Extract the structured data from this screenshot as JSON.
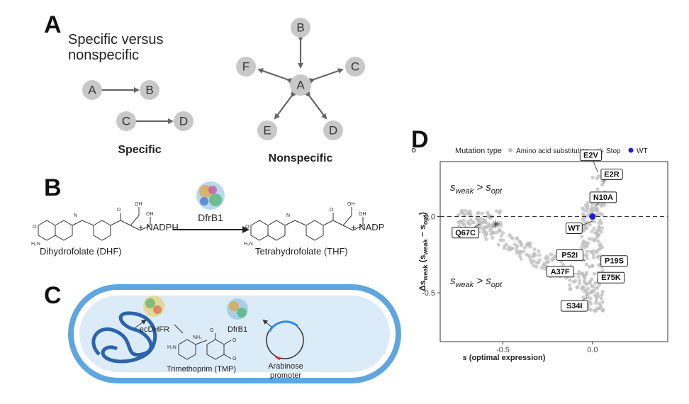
{
  "panelA": {
    "letter": "A",
    "title_line1": "Specific versus",
    "title_line2": "nonspecific",
    "specific_label": "Specific",
    "nonspecific_label": "Nonspecific",
    "specific_nodes": [
      "A",
      "B",
      "C",
      "D"
    ],
    "nonspecific_center": "A",
    "nonspecific_outer": [
      "B",
      "C",
      "D",
      "E",
      "F"
    ]
  },
  "panelB": {
    "letter": "B",
    "substrate": "Dihydrofolate (DHF)",
    "cofactor_in": "+ NADPH",
    "enzyme": "DfrB1",
    "product": "Tetrahydrofolate (THF)",
    "cofactor_out": "+ NADP"
  },
  "panelC": {
    "letter": "C",
    "ecdhfr": "ecDHFR",
    "dfrb1": "DfrB1",
    "tmp": "Trimethoprim (TMP)",
    "promoter_line1": "Arabinose",
    "promoter_line2": "promoter"
  },
  "panelD": {
    "letter": "D",
    "small_letter": "D",
    "legend_title": "Mutation type",
    "legend_items": [
      {
        "label": "Amino acid substitution",
        "color": "#bdbdbd",
        "symbol": "dot"
      },
      {
        "label": "Stop",
        "color": "#222222",
        "symbol": "asterisk"
      },
      {
        "label": "WT",
        "color": "#1f1fd6",
        "symbol": "dot"
      }
    ],
    "annotation_top": "s_weak > s_opt",
    "annotation_bottom": "s_weak > s_opt",
    "ylabel": "Δs_weak (s_weak − s_opt)",
    "xlabel": "s (optimal expression)"
  },
  "chart_data": {
    "type": "scatter",
    "xlabel": "s (optimal expression)",
    "ylabel": "Δs_weak (s_weak − s_opt)",
    "xlim": [
      -0.85,
      0.42
    ],
    "ylim": [
      -0.82,
      0.36
    ],
    "xticks": [
      -0.5,
      0.0
    ],
    "xtick_labels": [
      "-0.5",
      "0.0"
    ],
    "yticks": [
      0.0,
      -0.5
    ],
    "ytick_labels": [
      "0.0",
      "-0.5"
    ],
    "reference_line_y": 0.0,
    "grid": false,
    "legend_position": "top",
    "stop": {
      "x": -0.54,
      "y": -0.05
    },
    "wt": {
      "x": 0.0,
      "y": 0.0
    },
    "labeled_points": [
      {
        "label": "E2V",
        "x": 0.03,
        "y": 0.29
      },
      {
        "label": "E2R",
        "x": 0.06,
        "y": 0.23
      },
      {
        "label": "N10A",
        "x": 0.02,
        "y": 0.07
      },
      {
        "label": "WT",
        "x": 0.0,
        "y": -0.03
      },
      {
        "label": "Q67C",
        "x": -0.63,
        "y": -0.05
      },
      {
        "label": "P52I",
        "x": -0.04,
        "y": -0.29
      },
      {
        "label": "P19S",
        "x": 0.05,
        "y": -0.31
      },
      {
        "label": "A37F",
        "x": -0.07,
        "y": -0.38
      },
      {
        "label": "E75K",
        "x": 0.04,
        "y": -0.41
      },
      {
        "label": "S34I",
        "x": -0.03,
        "y": -0.53
      }
    ],
    "background_cloud": [
      {
        "x": -0.7,
        "y": 0.0
      },
      {
        "x": -0.6,
        "y": -0.05
      },
      {
        "x": -0.45,
        "y": -0.15
      },
      {
        "x": -0.3,
        "y": -0.25
      },
      {
        "x": -0.15,
        "y": -0.35
      },
      {
        "x": -0.05,
        "y": -0.45
      },
      {
        "x": 0.02,
        "y": -0.6
      },
      {
        "x": 0.04,
        "y": 0.1
      },
      {
        "x": 0.02,
        "y": -0.2
      }
    ]
  }
}
